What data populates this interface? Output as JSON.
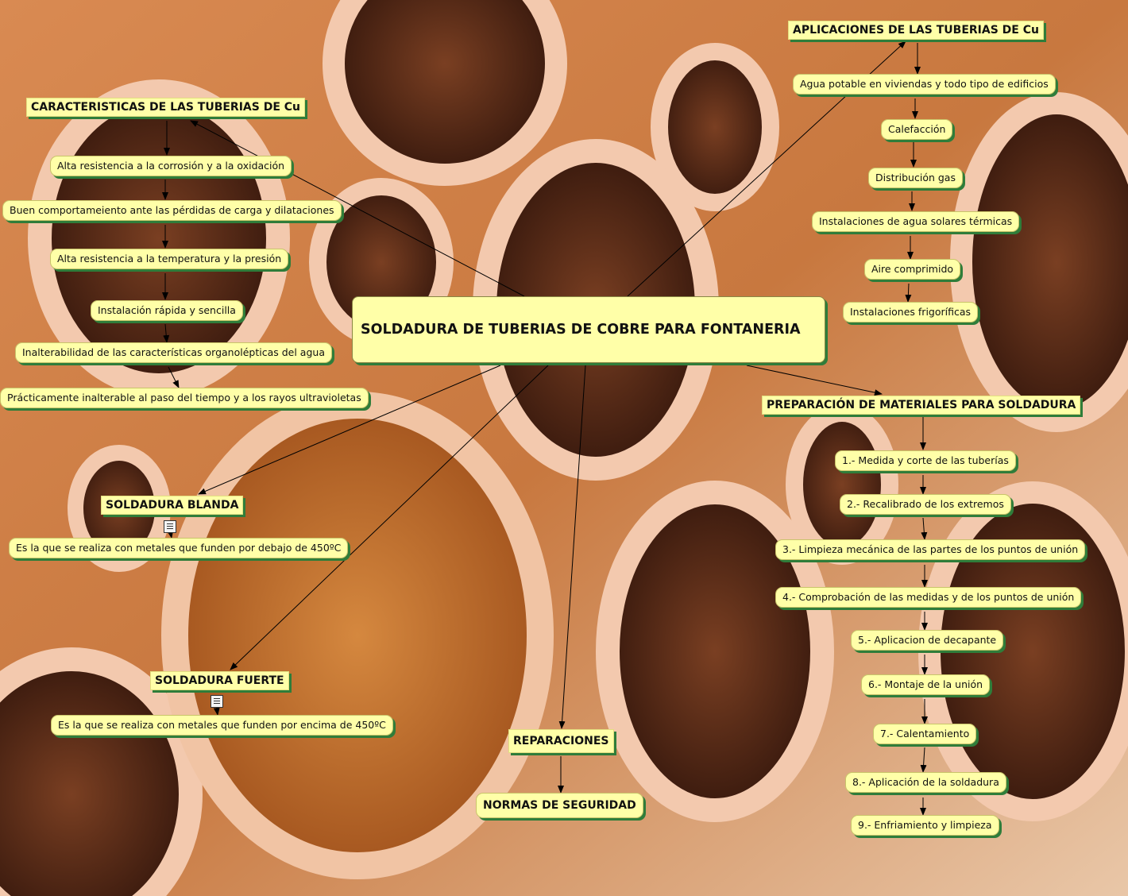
{
  "main": {
    "title": "SOLDADURA DE TUBERIAS DE COBRE PARA FONTANERIA"
  },
  "caracteristicas": {
    "title": "CARACTERISTICAS DE LAS TUBERIAS DE Cu",
    "items": [
      "Alta resistencia a la corrosión y a la oxidación",
      "Buen comportameiento ante las pérdidas de carga y dilataciones",
      "Alta resistencia a la temperatura y la presión",
      "Instalación rápida y sencilla",
      "Inalterabilidad de las características organolépticas del agua",
      "Prácticamente inalterable al paso del tiempo y a los rayos ultravioletas"
    ]
  },
  "aplicaciones": {
    "title": "APLICACIONES DE LAS TUBERIAS DE Cu",
    "items": [
      "Agua potable en viviendas y todo tipo de edificios",
      "Calefacción",
      "Distribución gas",
      "Instalaciones de agua solares térmicas",
      "Aire comprimido",
      "Instalaciones frigoríficas"
    ]
  },
  "preparacion": {
    "title": "PREPARACIÓN DE MATERIALES PARA SOLDADURA",
    "items": [
      "1.- Medida y corte de las tuberías",
      "2.- Recalibrado de los extremos",
      "3.- Limpieza mecánica de las partes de los puntos de unión",
      "4.- Comprobación de las medidas y de los puntos de unión",
      "5.- Aplicacion de decapante",
      "6.- Montaje de la unión",
      "7.- Calentamiento",
      "8.- Aplicación de la soldadura",
      "9.- Enfriamiento y limpieza"
    ]
  },
  "blanda": {
    "title": "SOLDADURA BLANDA",
    "desc": "Es la que se realiza con metales que funden por debajo de 450ºC",
    "icon": "document-icon"
  },
  "fuerte": {
    "title": "SOLDADURA FUERTE",
    "desc": "Es la que se realiza con metales que funden por encima de 450ºC",
    "icon": "document-icon"
  },
  "reparaciones": {
    "title": "REPARACIONES"
  },
  "normas": {
    "title": "NORMAS DE SEGURIDAD"
  },
  "colors": {
    "node_fill": "#ffffa8",
    "node_shadow": "#2f7d3a",
    "link": "#000000",
    "background_copper": "#c8783f"
  }
}
